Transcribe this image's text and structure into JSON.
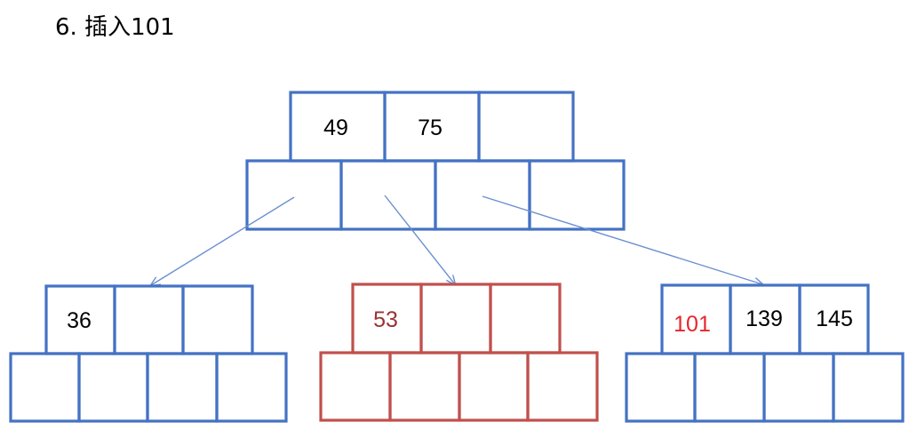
{
  "title": "6. 插入101",
  "colors": {
    "node_border": "#4472C4",
    "highlight_border": "#C0504D",
    "arrow": "#6B8FD0",
    "text_normal": "#000000",
    "text_node_highlight": "#993333",
    "text_inserted": "#E8262C"
  },
  "nodes": {
    "root": {
      "keys": [
        "49",
        "75",
        ""
      ],
      "highlight": false
    },
    "left": {
      "keys": [
        "36",
        "",
        ""
      ],
      "highlight": false
    },
    "middle": {
      "keys": [
        "53",
        "",
        ""
      ],
      "highlight": true
    },
    "right": {
      "keys": [
        "101",
        "139",
        "145"
      ],
      "highlight": false,
      "inserted_key_index": 0
    }
  }
}
